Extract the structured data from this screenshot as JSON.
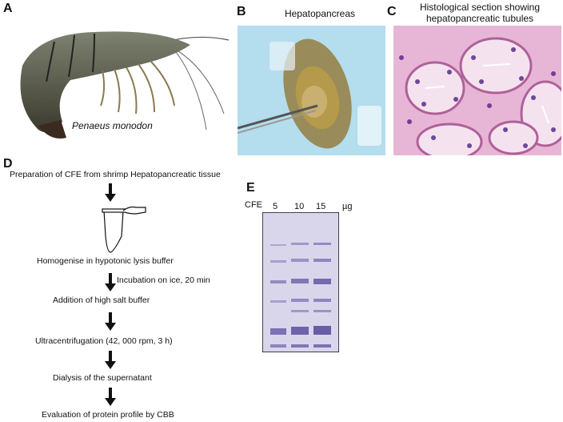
{
  "panels": {
    "a": {
      "letter": "A",
      "species": "Penaeus monodon"
    },
    "b": {
      "letter": "B",
      "title": "Hepatopancreas"
    },
    "c": {
      "letter": "C",
      "title_line1": "Histological section showing",
      "title_line2": "hepatopancreatic tubules"
    },
    "d": {
      "letter": "D",
      "steps": [
        "Preparation of CFE from shrimp Hepatopancreatic tissue",
        "Homogenise in hypotonic lysis buffer",
        "Addition of high salt buffer",
        "Ultracentrifugation (42, 000 rpm, 3 h)",
        "Dialysis of the supernatant",
        "Evaluation of protein profile by CBB"
      ],
      "side_note": "Incubation on ice, 20 min"
    },
    "e": {
      "letter": "E",
      "row_label": "CFE",
      "lanes": [
        "5",
        "10",
        "15"
      ],
      "unit": "µg"
    }
  },
  "colors": {
    "gel_bg": "#d9d6ec",
    "band": "#5b4fa0",
    "histo_bg": "#e7b6d6",
    "histo_nuclei": "#5a2c8c",
    "tray_blue": "#a9d8ea"
  }
}
